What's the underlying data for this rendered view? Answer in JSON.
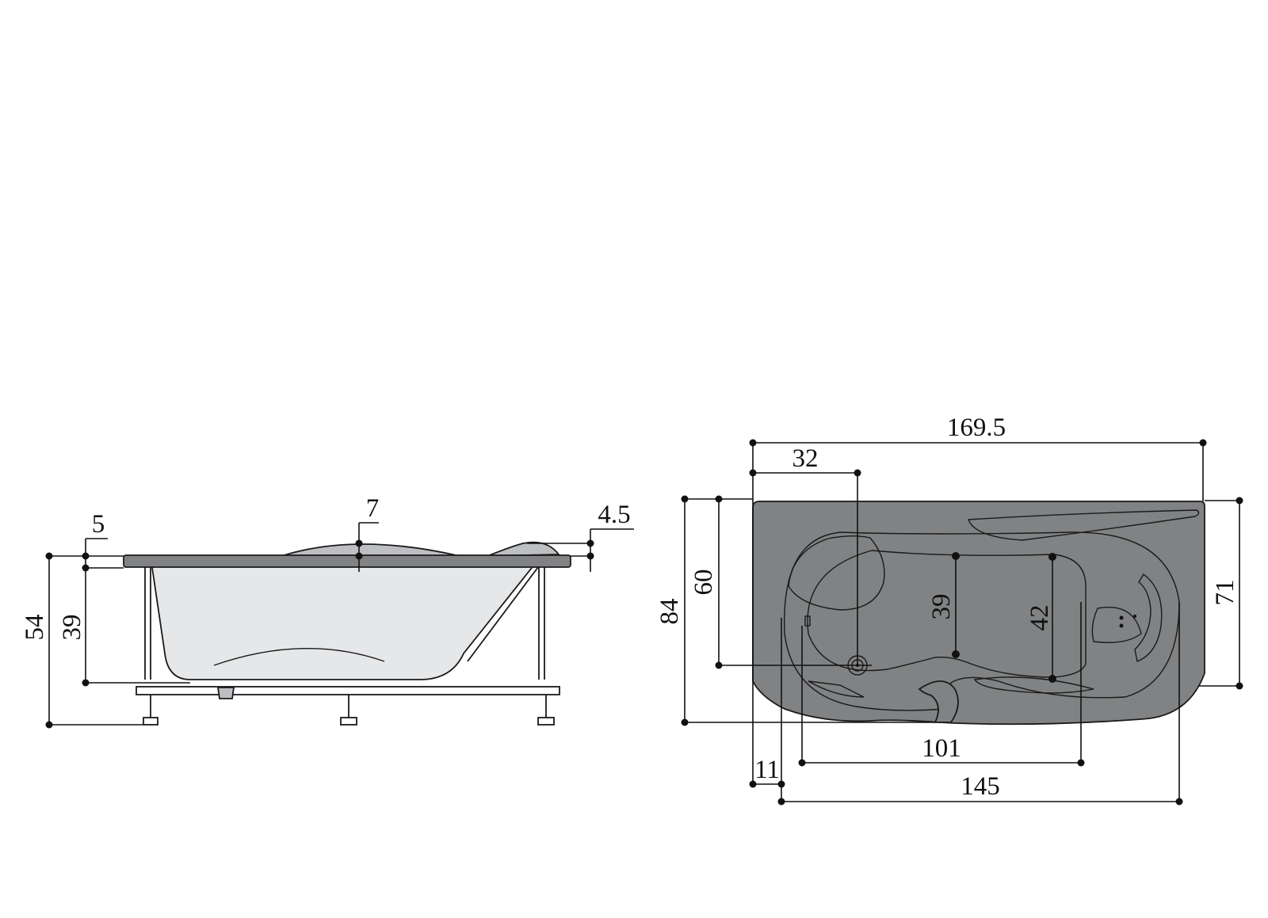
{
  "colors": {
    "rim": "#808284",
    "basin_light": "#e6e7e9",
    "basin_mid": "#bdbfc2",
    "ink": "#111111",
    "background": "#ffffff"
  },
  "side_view": {
    "dims": {
      "total_height": "54",
      "basin_depth": "39",
      "rim_thickness": "5",
      "headrest_height": "7",
      "end_rim": "4.5"
    }
  },
  "top_view": {
    "dims": {
      "total_length": "169.5",
      "drain_offset": "32",
      "total_width": "84",
      "inner_width": "60",
      "basin_width_left": "39",
      "basin_width_right": "42",
      "right_width": "71",
      "basin_length": "101",
      "left_offset": "11",
      "inner_length": "145"
    }
  }
}
